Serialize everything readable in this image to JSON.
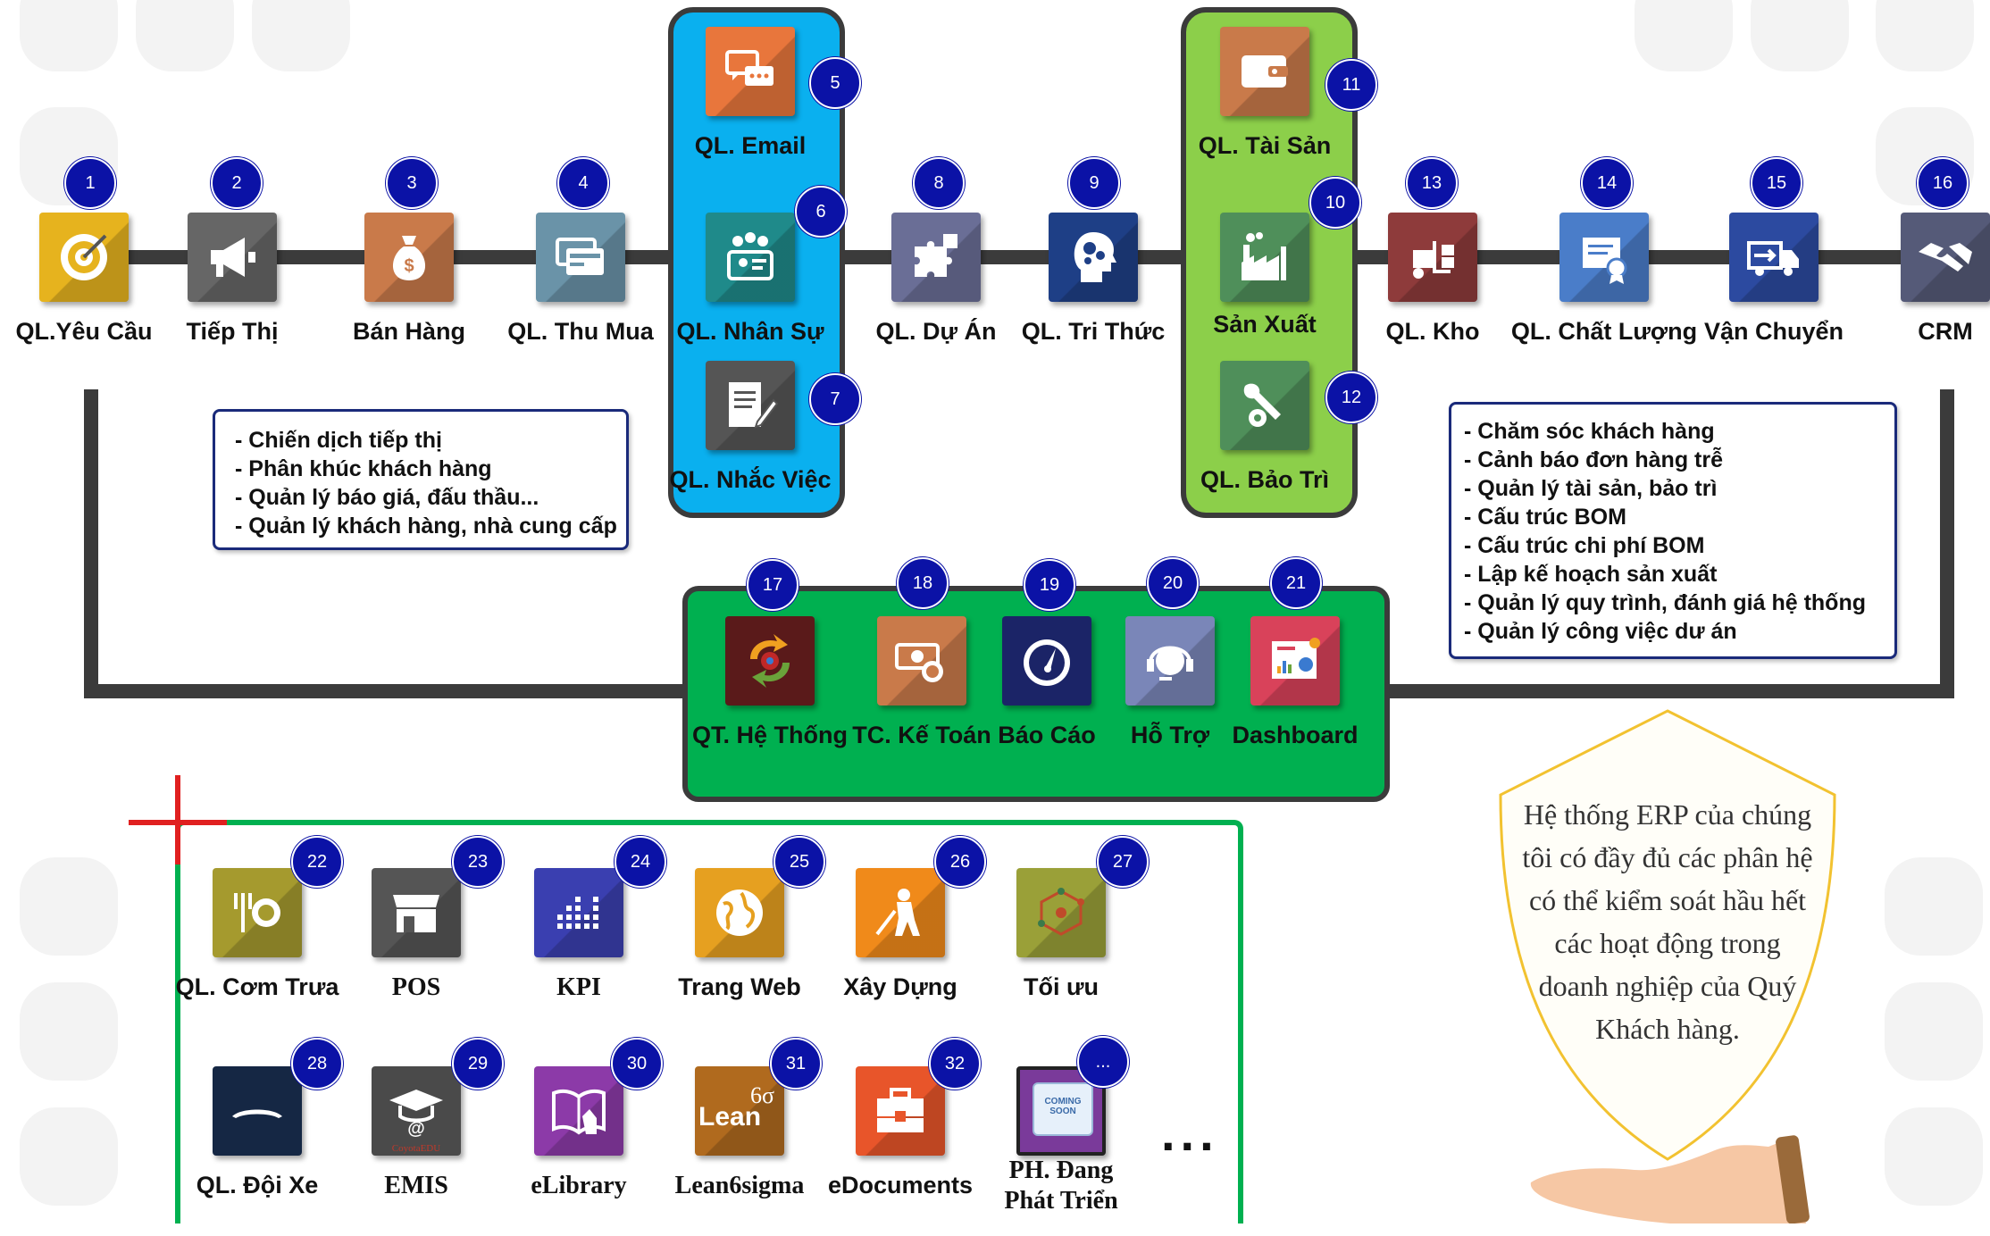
{
  "modules_top": [
    {
      "n": "1",
      "label": "QL.Yêu Cầu",
      "icon": "target-icon",
      "color": "#e6b31e"
    },
    {
      "n": "2",
      "label": "Tiếp Thị",
      "icon": "megaphone-icon",
      "color": "#666666"
    },
    {
      "n": "3",
      "label": "Bán Hàng",
      "icon": "money-bag-icon",
      "color": "#c97a4a"
    },
    {
      "n": "4",
      "label": "QL. Thu Mua",
      "icon": "cards-icon",
      "color": "#6a93a8"
    },
    {
      "n": "5",
      "label": "QL. Email",
      "icon": "chat-icon",
      "color": "#e8763c"
    },
    {
      "n": "6",
      "label": "QL. Nhân Sự",
      "icon": "people-icon",
      "color": "#1f8a8a"
    },
    {
      "n": "7",
      "label": "QL. Nhắc Việc",
      "icon": "note-pencil-icon",
      "color": "#555555"
    },
    {
      "n": "8",
      "label": "QL. Dự Án",
      "icon": "puzzle-icon",
      "color": "#6a6e96"
    },
    {
      "n": "9",
      "label": "QL. Tri Thức",
      "icon": "brain-gears-icon",
      "color": "#1e3f86"
    },
    {
      "n": "11",
      "label": "QL. Tài Sản",
      "icon": "wallet-icon",
      "color": "#c97a4a"
    },
    {
      "n": "10",
      "label": "Sản Xuất",
      "icon": "factory-icon",
      "color": "#4f8f5a"
    },
    {
      "n": "12",
      "label": "QL. Bảo Trì",
      "icon": "wrench-gear-icon",
      "color": "#4f8f5a"
    },
    {
      "n": "13",
      "label": "QL. Kho",
      "icon": "forklift-icon",
      "color": "#8e3b3b"
    },
    {
      "n": "14",
      "label": "QL. Chất Lượng",
      "icon": "certificate-icon",
      "color": "#4a7dc9"
    },
    {
      "n": "15",
      "label": "Vận Chuyển",
      "icon": "truck-icon",
      "color": "#2c4aa0"
    },
    {
      "n": "16",
      "label": "CRM",
      "icon": "handshake-icon",
      "color": "#555a78"
    }
  ],
  "modules_core": [
    {
      "n": "17",
      "label": "QT. Hệ Thống",
      "icon": "system-icon",
      "color": "#5a1a1a"
    },
    {
      "n": "18",
      "label": "TC. Kế Toán",
      "icon": "coins-icon",
      "color": "#c97a4a"
    },
    {
      "n": "19",
      "label": "Báo Cáo",
      "icon": "gauge-icon",
      "color": "#1b2467"
    },
    {
      "n": "20",
      "label": "Hỗ Trợ",
      "icon": "support-icon",
      "color": "#7a86b8"
    },
    {
      "n": "21",
      "label": "Dashboard",
      "icon": "dashboard-icon",
      "color": "#d9425a"
    }
  ],
  "modules_extra": [
    {
      "n": "22",
      "label": "QL. Cơm Trưa",
      "icon": "dining-icon",
      "color": "#a59a2e"
    },
    {
      "n": "23",
      "label": "POS",
      "icon": "shop-icon",
      "color": "#555555"
    },
    {
      "n": "24",
      "label": "KPI",
      "icon": "grid-dots-icon",
      "color": "#3a3fb0"
    },
    {
      "n": "25",
      "label": "Trang Web",
      "icon": "globe-icon",
      "color": "#e6a020"
    },
    {
      "n": "26",
      "label": "Xây Dựng",
      "icon": "worker-icon",
      "color": "#f08a1a"
    },
    {
      "n": "27",
      "label": "Tối ưu",
      "icon": "cube-network-icon",
      "color": "#9aa038"
    },
    {
      "n": "28",
      "label": "QL. Đội Xe",
      "icon": "car-icon",
      "color": "#152744"
    },
    {
      "n": "29",
      "label": "EMIS",
      "icon": "graduation-icon",
      "color": "#4a4a4a"
    },
    {
      "n": "30",
      "label": "eLibrary",
      "icon": "book-icon",
      "color": "#8c3aa8"
    },
    {
      "n": "31",
      "label": "Lean6sigma",
      "icon": "lean-icon",
      "color": "#b06a1e"
    },
    {
      "n": "32",
      "label": "eDocuments",
      "icon": "toolbox-icon",
      "color": "#e8552a"
    },
    {
      "n": "...",
      "label": "PH. Đang Phát Triển",
      "icon": "coming-soon-icon",
      "color": "#7a3a9a"
    }
  ],
  "icon_texts": {
    "emis_brand": "CoyotaEDU",
    "lean_text": "Lean",
    "lean_sup": "6σ",
    "coming": "COMING",
    "soon": "SOON"
  },
  "note_left": [
    "- Chiến dịch tiếp thị",
    "- Phân khúc khách hàng",
    "- Quản lý báo giá, đấu thầu...",
    "- Quản lý khách hàng, nhà cung cấp"
  ],
  "note_right": [
    "- Chăm sóc khách hàng",
    "- Cảnh báo đơn hàng trễ",
    "- Quản lý tài sản, bảo trì",
    "- Cấu trúc BOM",
    "- Cấu trúc chi phí BOM",
    "- Lập kế hoạch sản xuất",
    "- Quản lý quy trình, đánh giá hệ thống",
    "- Quản lý công việc dư án"
  ],
  "ellipsis": "...",
  "shield_text": "Hệ thống ERP của chúng tôi có đầy đủ các phân hệ có thể kiểm soát hầu hết các hoạt động trong doanh nghiệp của Quý Khách hàng.",
  "colors": {
    "blue_panel": "#0ab0ef",
    "green_panel": "#8ccf4a",
    "core_panel": "#00b050",
    "badge": "#0b12a6",
    "line": "#3b3b3b"
  }
}
